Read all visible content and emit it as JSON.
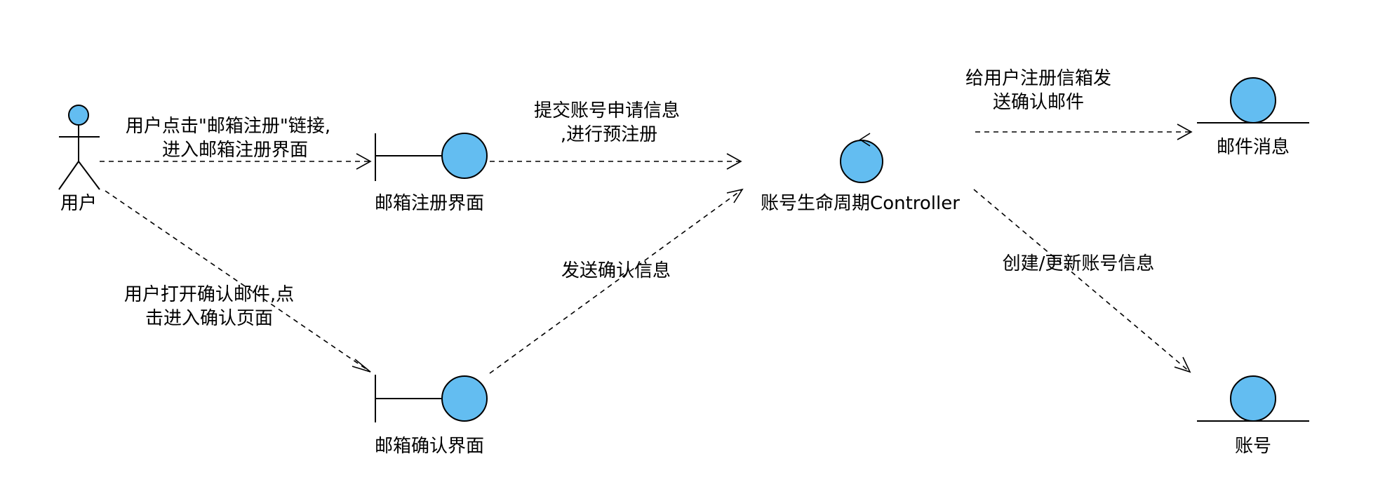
{
  "nodes": {
    "actor": {
      "label": "用户",
      "kind": "actor"
    },
    "register_ui": {
      "label": "邮箱注册界面",
      "kind": "boundary"
    },
    "confirm_ui": {
      "label": "邮箱确认界面",
      "kind": "boundary"
    },
    "controller": {
      "label": "账号生命周期Controller",
      "kind": "control"
    },
    "mail_entity": {
      "label": "邮件消息",
      "kind": "entity"
    },
    "account_entity": {
      "label": "账号",
      "kind": "entity"
    }
  },
  "messages": {
    "m1": {
      "line1": "用户点击\"邮箱注册\"链接,",
      "line2": "进入邮箱注册界面",
      "from": "actor",
      "to": "register_ui"
    },
    "m2": {
      "line1": "提交账号申请信息",
      "line2": ",进行预注册",
      "from": "register_ui",
      "to": "controller"
    },
    "m3": {
      "line1": "用户打开确认邮件,点",
      "line2": "击进入确认页面",
      "from": "actor",
      "to": "confirm_ui"
    },
    "m4": {
      "line1": "发送确认信息",
      "from": "confirm_ui",
      "to": "controller"
    },
    "m5": {
      "line1": "给用户注册信箱发",
      "line2": "送确认邮件",
      "from": "controller",
      "to": "mail_entity"
    },
    "m6": {
      "line1": "创建/更新账号信息",
      "from": "controller",
      "to": "account_entity"
    }
  },
  "colors": {
    "object_fill": "#63bdf1",
    "stroke": "#000000"
  }
}
